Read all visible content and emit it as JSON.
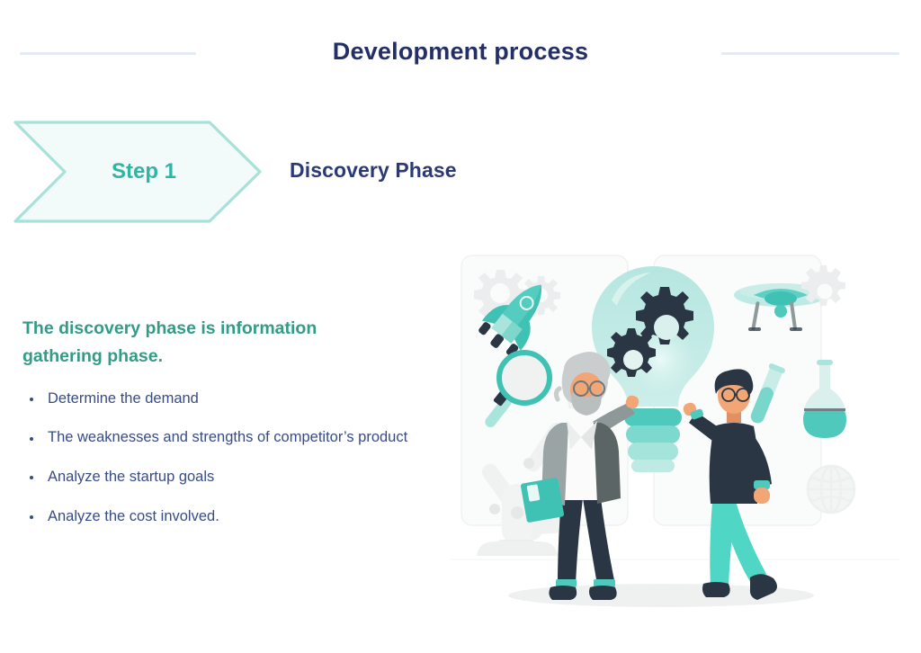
{
  "header": {
    "title": "Development process",
    "rule_color": "#e4ebf2"
  },
  "step_banner": {
    "step_label": "Step 1",
    "phase_title": "Discovery Phase",
    "fill_color": "#f3fbfa",
    "stroke_color": "#a8e0da",
    "step_text_color": "#2fb5a4",
    "phase_text_color": "#2b3a77"
  },
  "content": {
    "lead": "The discovery phase is information gathering phase.",
    "lead_color": "#339b87",
    "bullet_color": "#384c86",
    "bullets": [
      "Determine the demand",
      "The weaknesses and strengths of competitor’s product",
      "Analyze the startup goals",
      "Analyze the cost involved."
    ]
  },
  "illustration": {
    "name": "discovery-phase-illustration",
    "panel_fill": "#fafbfb",
    "panel_stroke": "#f0f2f2",
    "accent_teal": "#3fd0c0",
    "light_teal": "#a8e3dc",
    "pale_teal": "#cdeee9",
    "dark_navy": "#2a3644",
    "grey": "#e9ebeb",
    "skin": "#f2a676",
    "elements": [
      "gear-large-left",
      "gear-small-left",
      "rocket",
      "magnifying-glass",
      "robot-arm",
      "scientist-character",
      "light-bulb",
      "gear-inside-bulb-large",
      "gear-inside-bulb-small",
      "drone",
      "gear-right",
      "test-tube",
      "flask",
      "globe",
      "young-man-character",
      "floor-shadow"
    ]
  }
}
